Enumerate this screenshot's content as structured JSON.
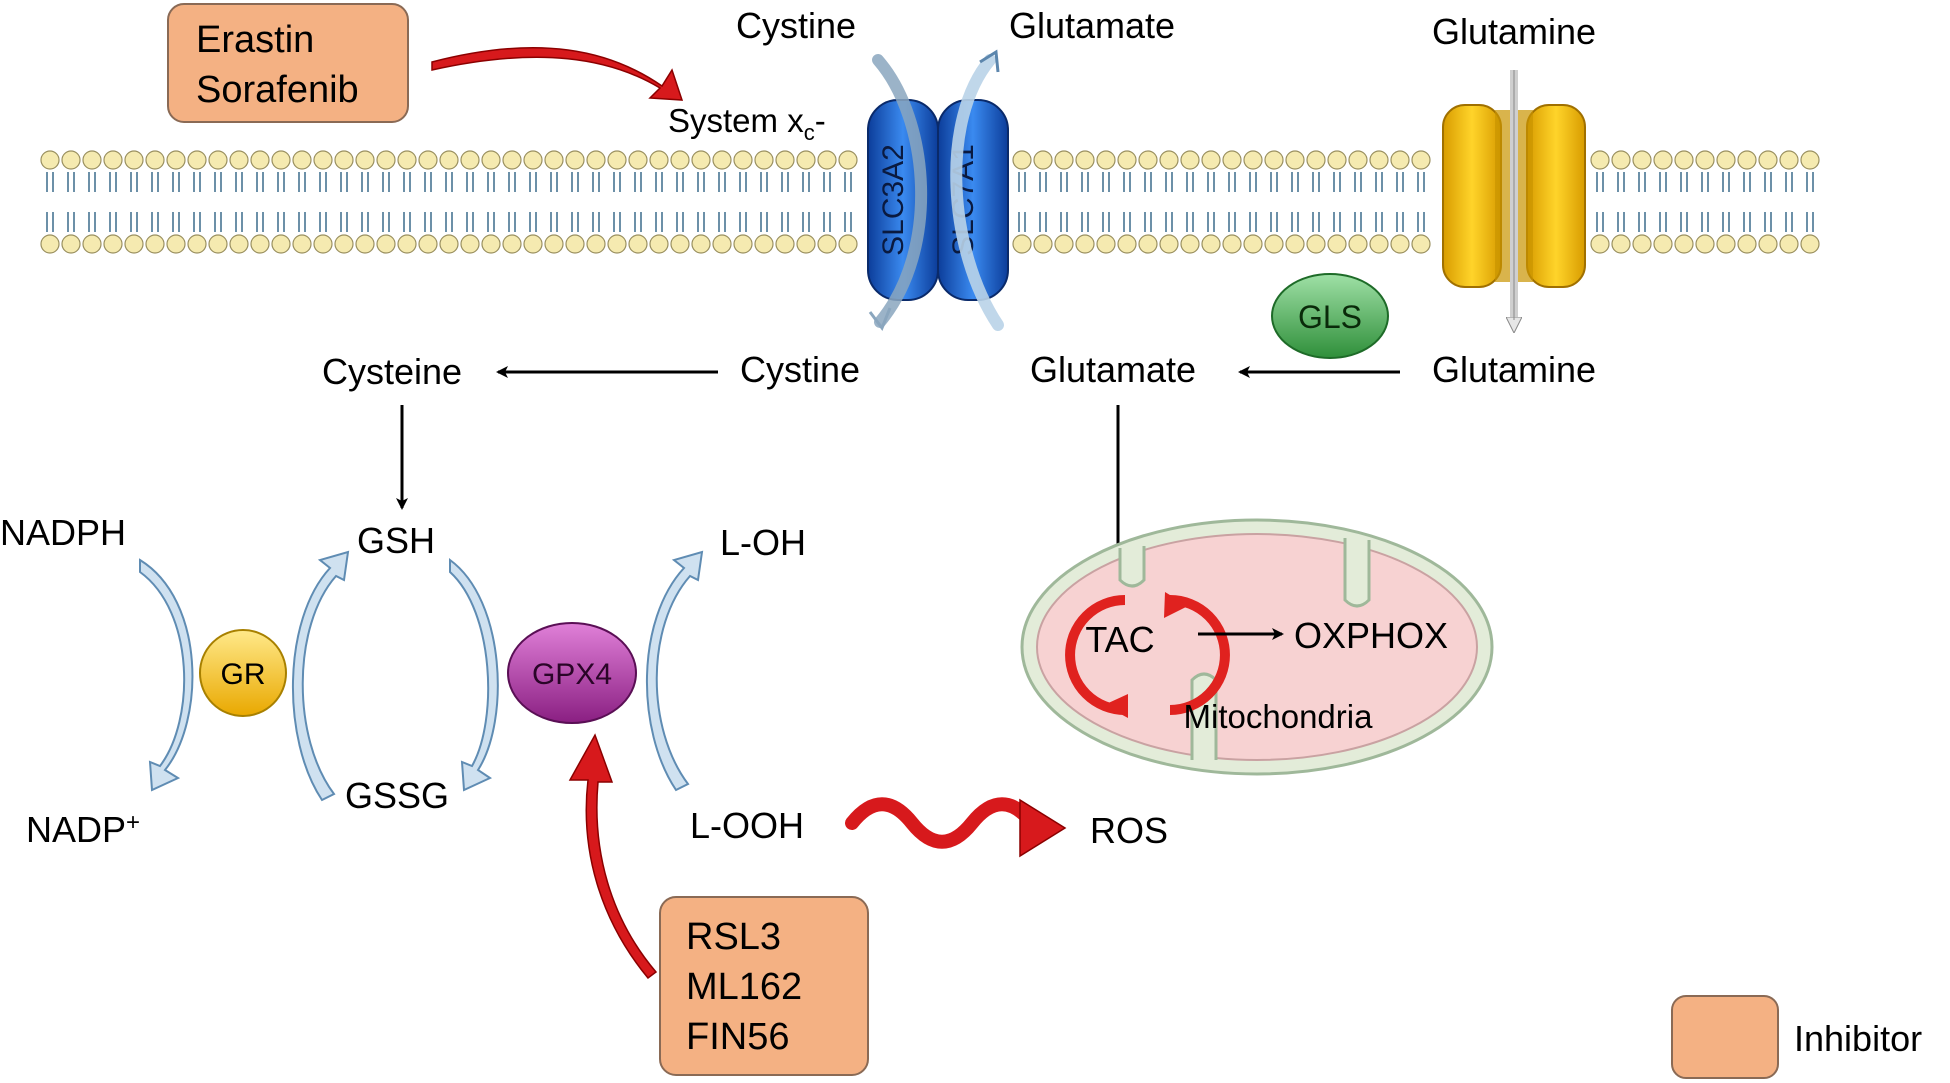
{
  "membrane": {
    "cystine_out": "Cystine",
    "glutamate_out": "Glutamate",
    "glutamine_out": "Glutamine",
    "system_label": "System x",
    "system_sub": "c",
    "system_suffix": "-",
    "slc3a2": "SLC3A2",
    "slc7a1": "SLC7A1"
  },
  "inhibitors": {
    "box1": [
      "Erastin",
      "Sorafenib"
    ],
    "box2": [
      "RSL3",
      "ML162",
      "FIN56"
    ],
    "legend_label": "Inhibitor"
  },
  "pathway": {
    "cysteine": "Cysteine",
    "cystine_in": "Cystine",
    "glutamate_in": "Glutamate",
    "glutamine_in": "Glutamine",
    "gls": "GLS",
    "nadph": "NADPH",
    "nadp": "NADP",
    "nadp_sup": "+",
    "gr": "GR",
    "gsh": "GSH",
    "gssg": "GSSG",
    "gpx4": "GPX4",
    "loh": "L-OH",
    "looh": "L-OOH",
    "ros": "ROS"
  },
  "mito": {
    "tac": "TAC",
    "oxphox": "OXPHOX",
    "label": "Mitochondria"
  },
  "colors": {
    "inhibitor_fill": "#F4B183",
    "inhibitor_stroke": "#8a6a55",
    "transporter_blue": "#1f5fd0",
    "glutamine_transporter": "#f5c400",
    "gls_green": "#3fa14a",
    "gr_yellow": "#f3c21a",
    "gpx4_purple": "#a3309a",
    "mito_fill": "#f7d2d2",
    "mito_outer": "#c8d8c0",
    "red_arrow": "#d7191c",
    "light_arrow": "#b9d3e8"
  }
}
